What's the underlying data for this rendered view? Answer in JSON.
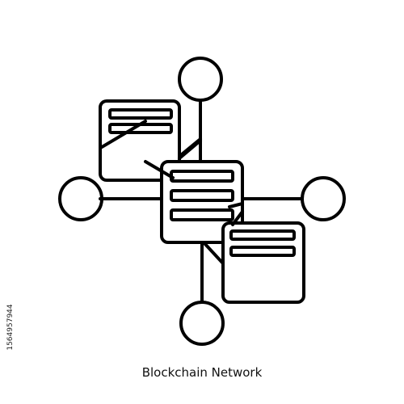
{
  "caption": "Blockchain Network",
  "stock_id": "1564957944",
  "colors": {
    "stroke": "#000000",
    "background": "#ffffff",
    "text": "#111111"
  },
  "icon": {
    "name": "blockchain-network-icon",
    "nodes": [
      "node-top",
      "node-left",
      "node-right",
      "node-bottom"
    ],
    "blocks": [
      "block-top-left",
      "block-center",
      "block-bottom-right"
    ]
  }
}
